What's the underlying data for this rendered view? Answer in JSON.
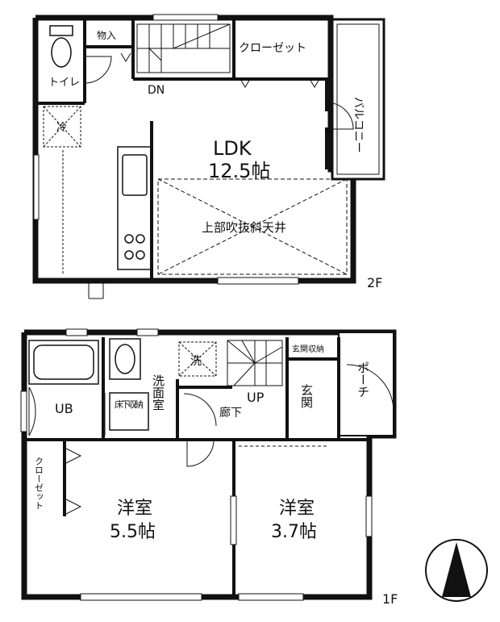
{
  "floor2": {
    "label": "2F",
    "rooms": {
      "toilet": "トイレ",
      "storage": "物入",
      "closet": "クローゼット",
      "down": "DN",
      "balcony": "バルコニー",
      "fridge": "冷",
      "ldk_name": "LDK",
      "ldk_size": "12.5帖",
      "void": "上部吹抜斜天井"
    }
  },
  "floor1": {
    "label": "1F",
    "rooms": {
      "wash_symbol": "洗",
      "washroom": "洗面室",
      "ub": "UB",
      "underfloor_storage": "床下収納",
      "up": "UP",
      "hallway": "廊下",
      "entrance_storage": "玄関収納",
      "entrance": "玄関",
      "porch": "ポーチ",
      "closet": "クローゼット",
      "western_room_1": "洋室",
      "western_room_1_size": "5.5帖",
      "western_room_2": "洋室",
      "western_room_2_size": "3.7帖"
    }
  },
  "compass": "north-arrow"
}
